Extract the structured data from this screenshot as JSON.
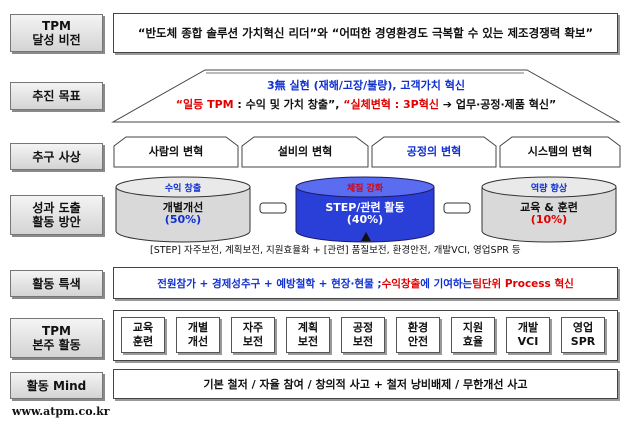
{
  "rows": {
    "vision": {
      "label_l1": "TPM",
      "label_l2": "달성 비전",
      "text": "“반도체 종합 솔루션 가치혁신 리더”와 “어떠한 경영환경도 극복할 수 있는 제조경쟁력 확보”"
    },
    "goal": {
      "label": "추진 목표",
      "line1_a": "3無 실현 (재해/고장/불량), ",
      "line1_b": "고객가치 혁신",
      "line2_a": "“일등 TPM",
      "line2_b": " : 수익 및 가치 창출”, ",
      "line2_c": "“실체변혁 : 3P혁신",
      "line2_d": " ➔ 업무·공정·제품 혁신”"
    },
    "pursuit": {
      "label": "추구 사상",
      "items": [
        "사람의 변혁",
        "설비의 변혁",
        "공정의 변혁",
        "시스템의 변혁"
      ]
    },
    "method": {
      "label_l1": "성과 도출",
      "label_l2": "활동 방안",
      "cylinders": [
        {
          "tag": "수익 창출",
          "l1": "개별개선",
          "l2": "(50%)"
        },
        {
          "tag": "체질 강화",
          "l1": "STEP/관련 활동",
          "l2": "(40%)"
        },
        {
          "tag": "역량 향상",
          "l1": "교육 & 훈련",
          "l2": "(10%)"
        }
      ],
      "note": "[STEP] 자주보전, 계획보전, 지원효율화 + [관련] 품질보전, 환경안전, 개발VCI, 영업SPR 등"
    },
    "feature": {
      "label": "활동 특색",
      "text_a": "전원참가 + 경제성추구 + 예방철학 + 현장·현물 ; ",
      "text_b": "수익창출",
      "text_c": "에 기여하는 ",
      "text_d": "팀단위 Process 혁신"
    },
    "main": {
      "label_l1": "TPM",
      "label_l2": "본주 활동",
      "items": [
        [
          "교육",
          "훈련"
        ],
        [
          "개별",
          "개선"
        ],
        [
          "자주",
          "보전"
        ],
        [
          "계획",
          "보전"
        ],
        [
          "공정",
          "보전"
        ],
        [
          "환경",
          "안전"
        ],
        [
          "지원",
          "효율"
        ],
        [
          "개발",
          "VCI"
        ],
        [
          "영업",
          "SPR"
        ]
      ]
    },
    "mind": {
      "label": "활동 Mind",
      "text": "기본 철저 / 자율 참여 / 창의적 사고 +  철저 낭비배제 / 무한개선 사고"
    }
  },
  "footer": "www.atpm.co.kr",
  "colors": {
    "red": "#e00000",
    "blue": "#1030d0",
    "gray_cyl": "#d9d9d9",
    "blue_cyl": "#2a3fd8"
  }
}
